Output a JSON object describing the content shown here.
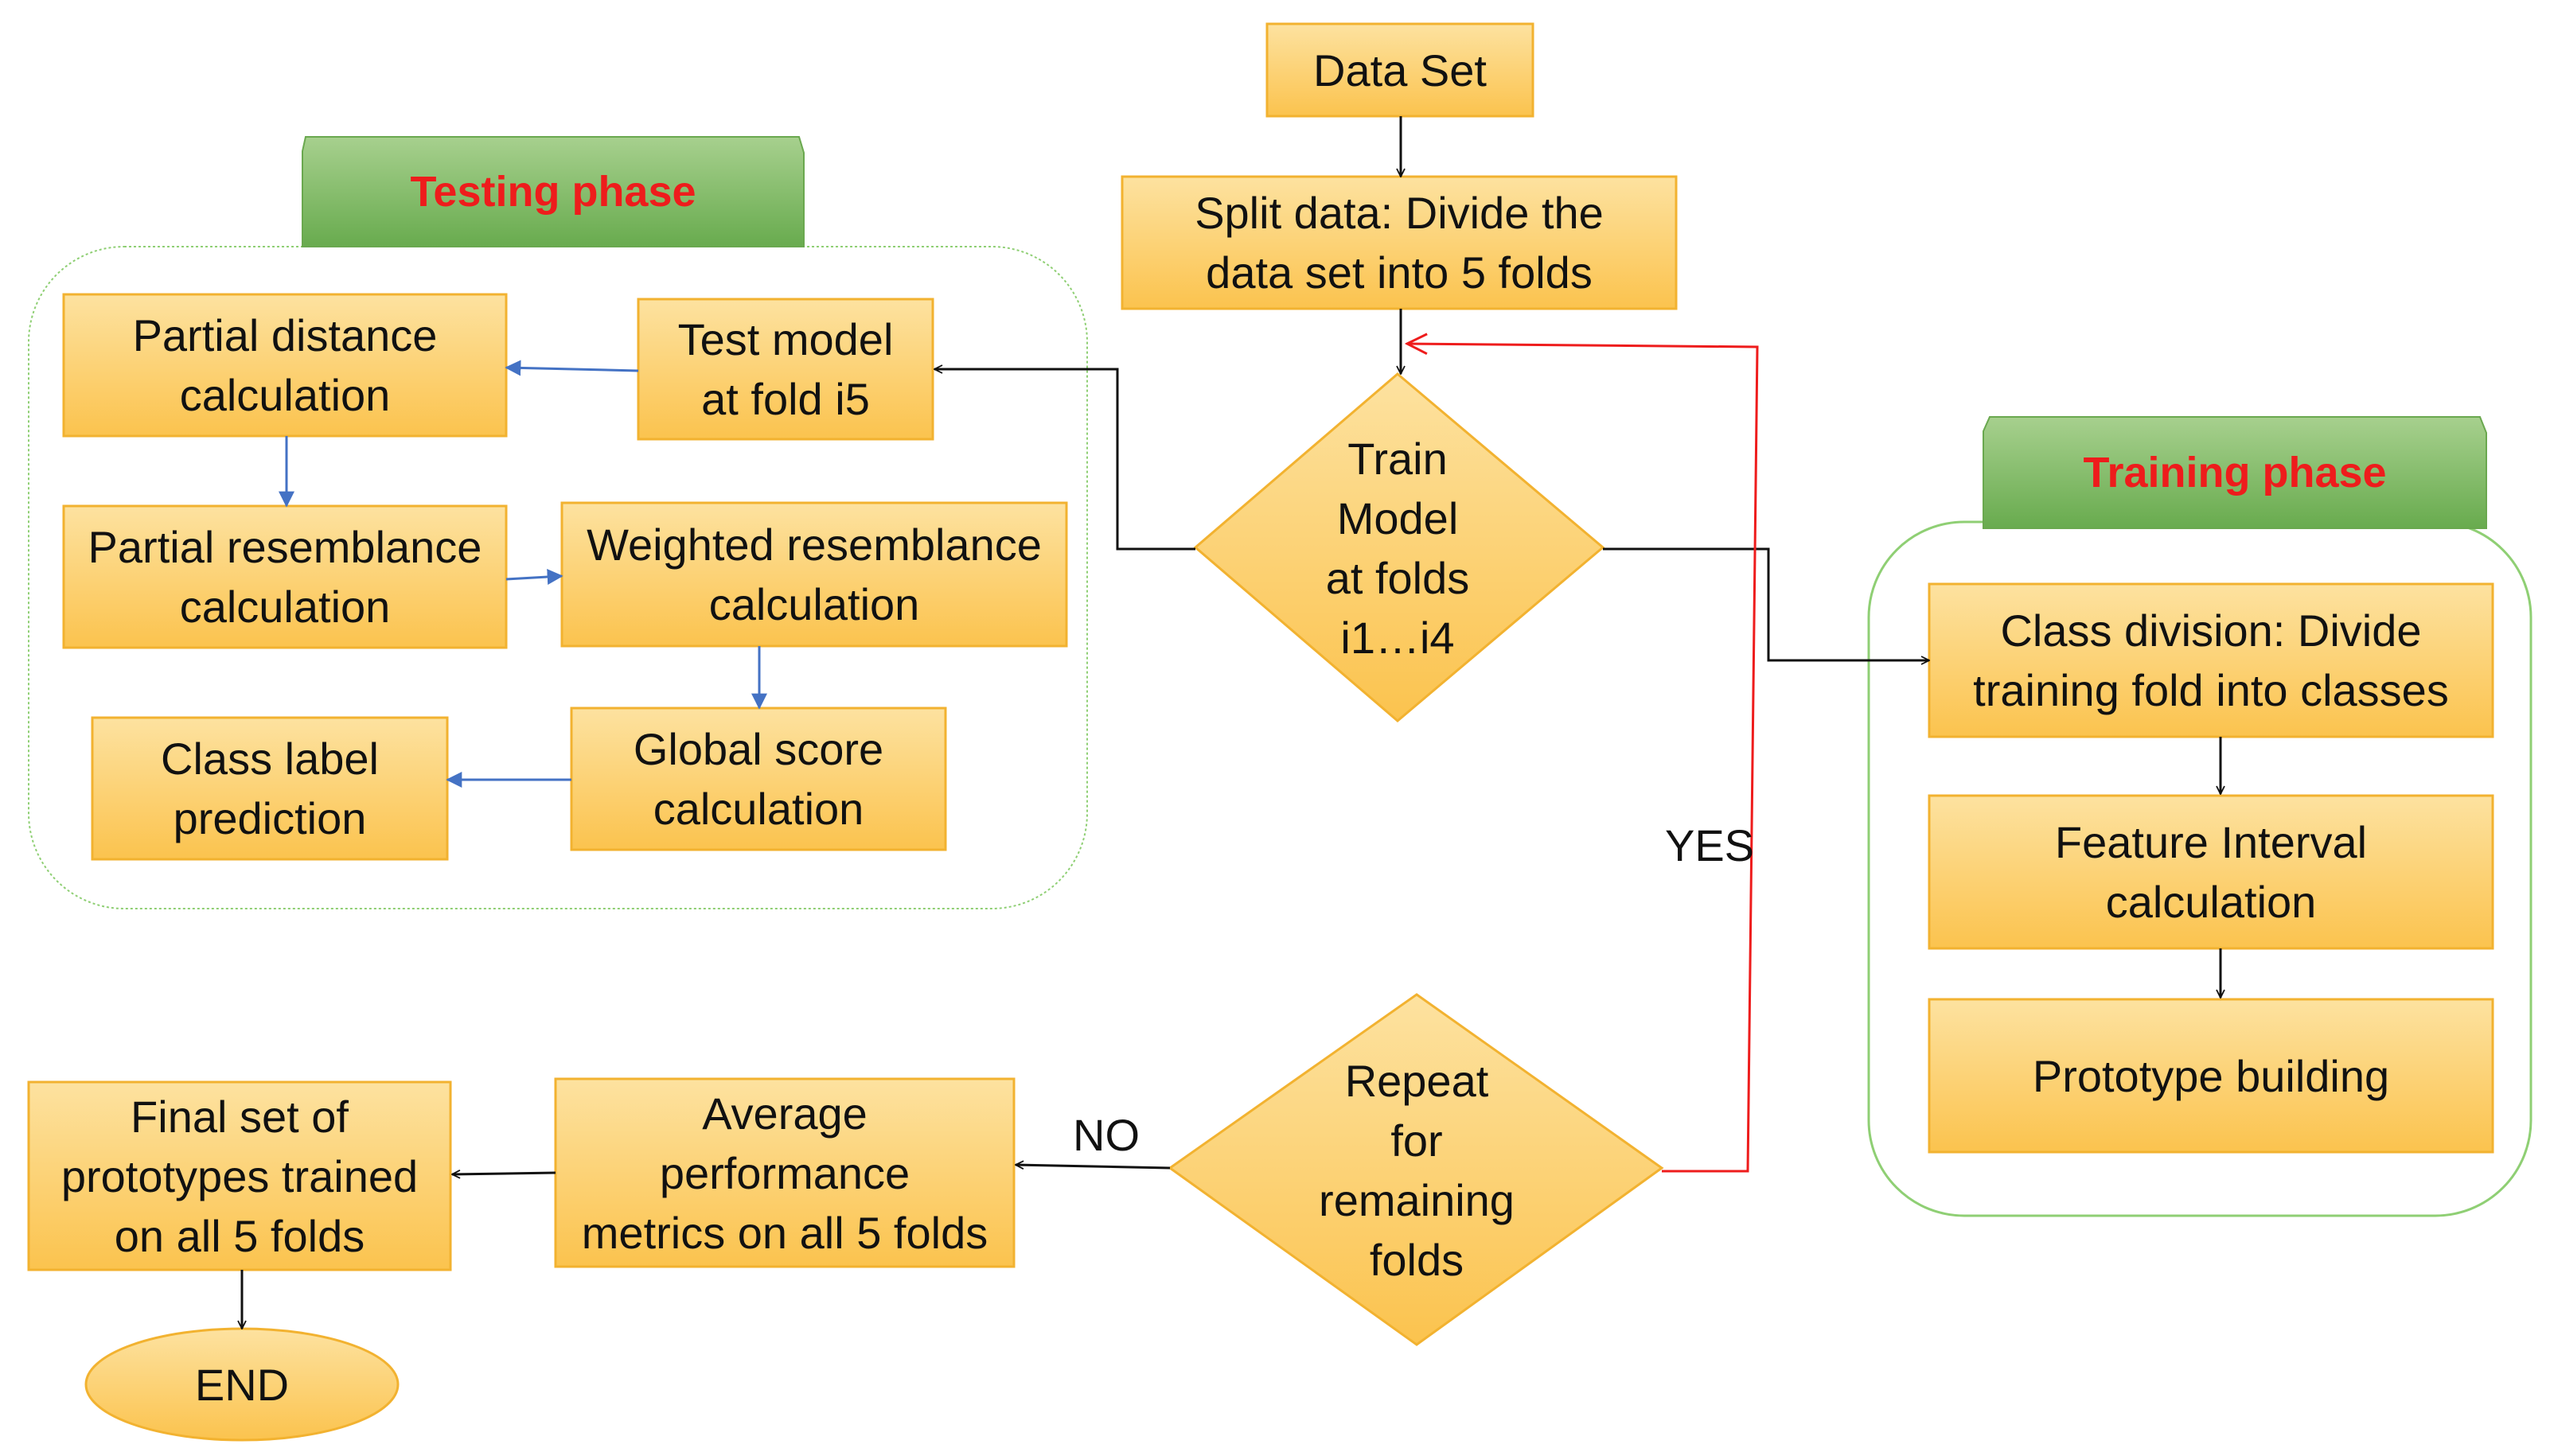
{
  "colors": {
    "box_fill_top": "#fde2a0",
    "box_fill_bottom": "#fbc34e",
    "box_stroke": "#f2b230",
    "phase_fill_top": "#a7d08e",
    "phase_fill_bottom": "#68ab4e",
    "phase_text": "#ee1c1c",
    "container_stroke": "#8fcf74",
    "arrow_black": "#111111",
    "arrow_blue": "#4472c4",
    "arrow_red": "#ee1c1c"
  },
  "nodes": {
    "data_set": "Data Set",
    "split_line1": "Split data: Divide the",
    "split_line2": "data set into 5 folds",
    "train_line1": "Train",
    "train_line2": "Model",
    "train_line3": "at folds",
    "train_line4": "i1…i4",
    "test_model_line1": "Test model",
    "test_model_line2": "at fold i5",
    "partial_distance_line1": "Partial distance",
    "partial_distance_line2": "calculation",
    "partial_resemblance_line1": "Partial resemblance",
    "partial_resemblance_line2": "calculation",
    "weighted_line1": "Weighted resemblance",
    "weighted_line2": "calculation",
    "global_line1": "Global score",
    "global_line2": "calculation",
    "class_label_line1": "Class label",
    "class_label_line2": "prediction",
    "class_division_line1": "Class division: Divide",
    "class_division_line2": "training fold into classes",
    "feature_line1": "Feature Interval",
    "feature_line2": "calculation",
    "prototype_building": "Prototype building",
    "repeat_line1": "Repeat",
    "repeat_line2": "for",
    "repeat_line3": "remaining",
    "repeat_line4": "folds",
    "average_line1": "Average",
    "average_line2": "performance",
    "average_line3": "metrics on all 5 folds",
    "final_line1": "Final set of",
    "final_line2": "prototypes trained",
    "final_line3": "on all 5 folds",
    "end": "END"
  },
  "phases": {
    "testing": "Testing phase",
    "training": "Training phase"
  },
  "edge_labels": {
    "yes": "YES",
    "no": "NO"
  }
}
